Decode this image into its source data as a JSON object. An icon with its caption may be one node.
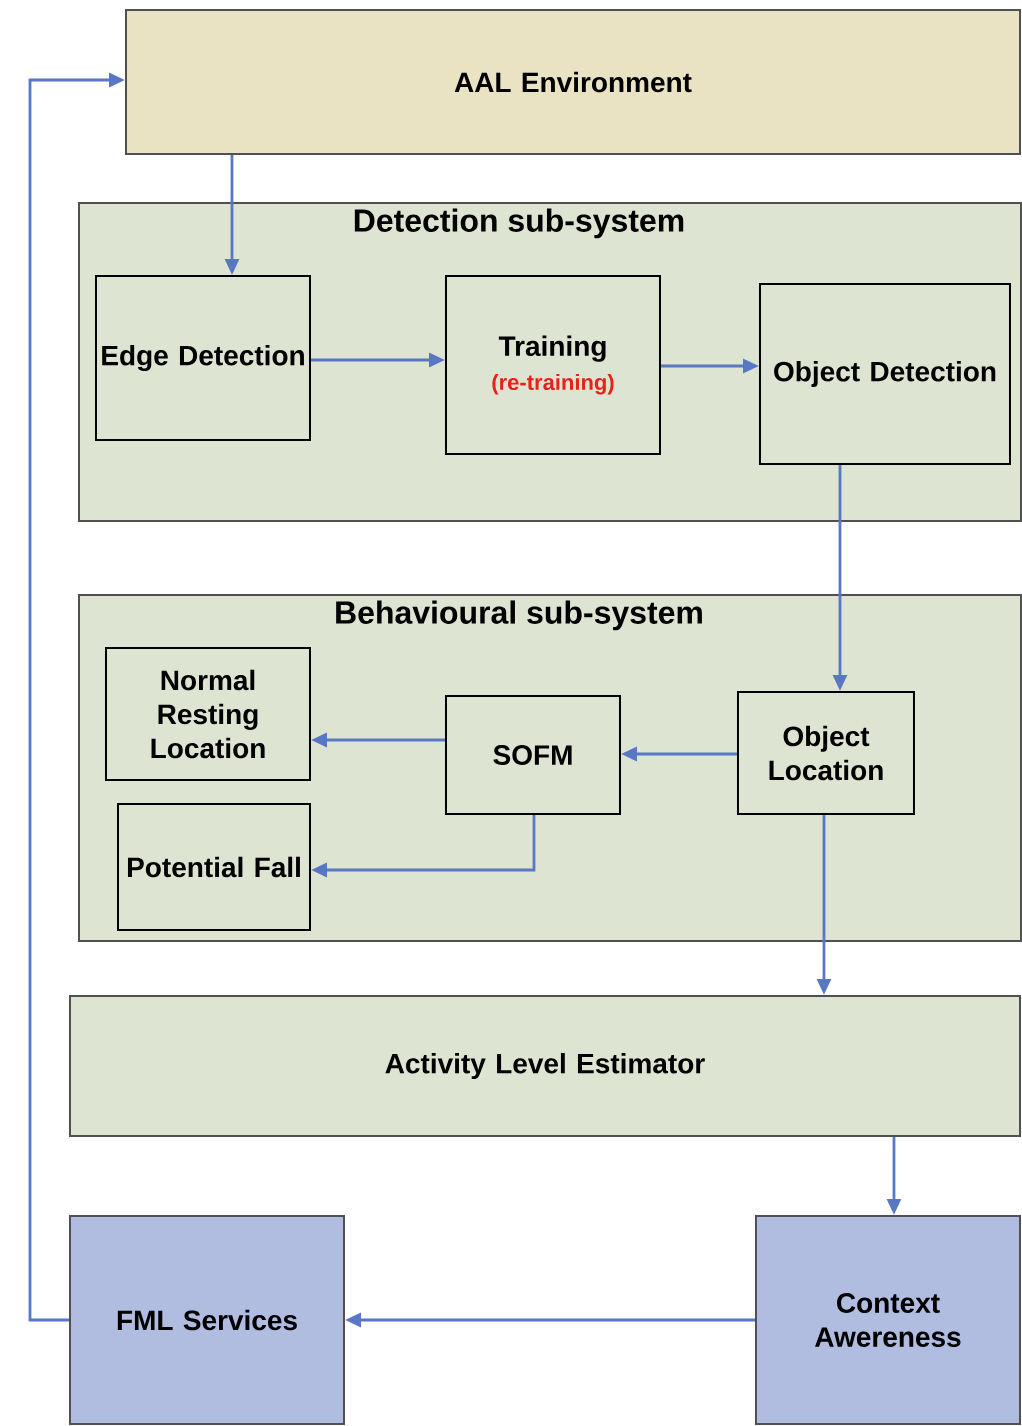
{
  "diagram": {
    "nodes": [
      {
        "text": [
          "AAL Environment"
        ]
      },
      {
        "text": [
          "Detection sub-system"
        ]
      },
      {
        "text": [
          "Edge Detection"
        ],
        "in": 1
      },
      {
        "text": [
          "Training",
          "(re-training)"
        ],
        "in": 1
      },
      {
        "text": [
          "Object Detection"
        ],
        "in": 1
      },
      {
        "text": [
          "Behavioural sub-system"
        ]
      },
      {
        "text": [
          "Normal Resting Location"
        ],
        "in": 5
      },
      {
        "text": [
          "Potential Fall"
        ],
        "in": 5
      },
      {
        "text": [
          "SOFM"
        ],
        "in": 5
      },
      {
        "text": [
          "Object Location"
        ],
        "in": 5
      },
      {
        "text": [
          "Activity Level Estimator"
        ]
      },
      {
        "text": [
          "FML Services"
        ]
      },
      {
        "text": [
          "Context Awereness"
        ]
      }
    ],
    "edges": [
      {
        "from": 0,
        "to": 2,
        "arrow": "to"
      },
      {
        "from": 2,
        "to": 3,
        "arrow": "to"
      },
      {
        "from": 3,
        "to": 4,
        "arrow": "to"
      },
      {
        "from": 4,
        "to": 9,
        "arrow": "to"
      },
      {
        "from": 9,
        "to": 8,
        "arrow": "to"
      },
      {
        "from": 8,
        "to": 6,
        "arrow": "to"
      },
      {
        "from": 8,
        "to": 7,
        "arrow": "to"
      },
      {
        "from": 9,
        "to": 10,
        "arrow": "to"
      },
      {
        "from": 10,
        "to": 12,
        "arrow": "to"
      },
      {
        "from": 12,
        "to": 11,
        "arrow": "to"
      },
      {
        "from": 11,
        "to": 0,
        "arrow": "to"
      }
    ]
  }
}
